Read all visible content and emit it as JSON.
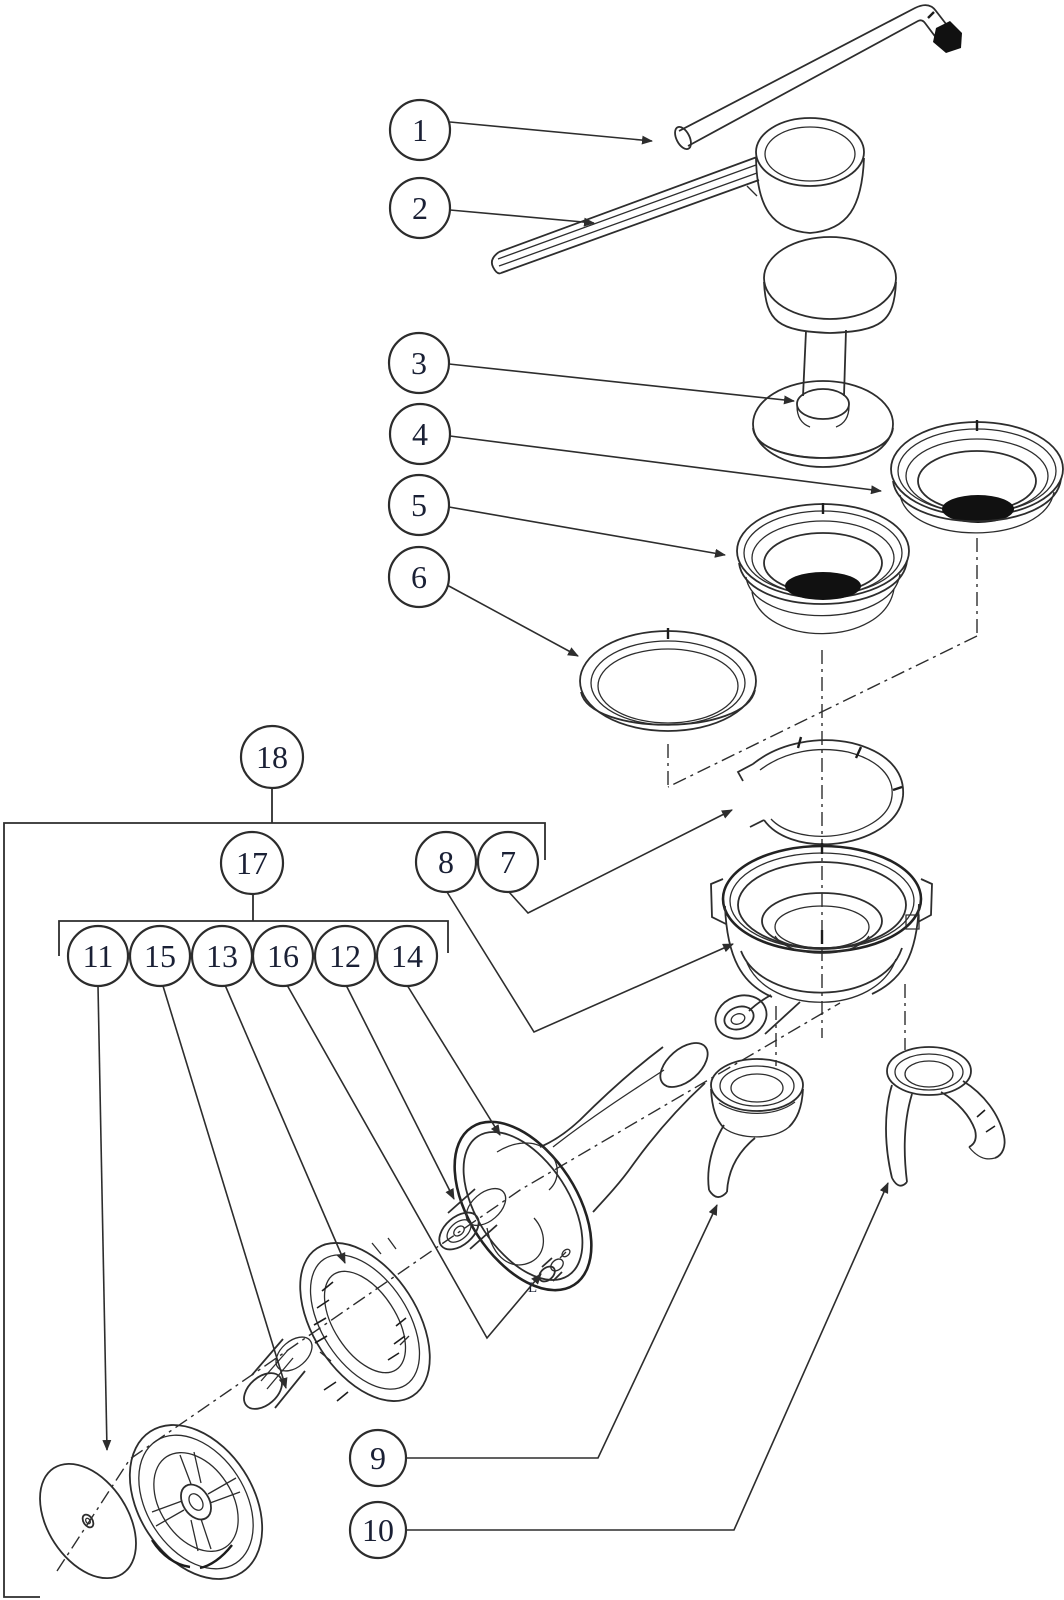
{
  "figure": {
    "type": "exploded-parts-diagram",
    "description_visible_text_only": true,
    "callouts": [
      {
        "id": 1,
        "label": "1"
      },
      {
        "id": 2,
        "label": "2"
      },
      {
        "id": 3,
        "label": "3"
      },
      {
        "id": 4,
        "label": "4"
      },
      {
        "id": 5,
        "label": "5"
      },
      {
        "id": 6,
        "label": "6"
      },
      {
        "id": 7,
        "label": "7"
      },
      {
        "id": 8,
        "label": "8"
      },
      {
        "id": 9,
        "label": "9"
      },
      {
        "id": 10,
        "label": "10"
      },
      {
        "id": 11,
        "label": "11"
      },
      {
        "id": 12,
        "label": "12"
      },
      {
        "id": 13,
        "label": "13"
      },
      {
        "id": 14,
        "label": "14"
      },
      {
        "id": 15,
        "label": "15"
      },
      {
        "id": 16,
        "label": "16"
      },
      {
        "id": 17,
        "label": "17"
      },
      {
        "id": 18,
        "label": "18"
      }
    ],
    "annotations": {
      "l_mark": "L"
    },
    "colors": {
      "background": "#ffffff",
      "line": "#2d2d2d",
      "label_text": "#1a2035",
      "solid_fill": "#111111"
    }
  }
}
